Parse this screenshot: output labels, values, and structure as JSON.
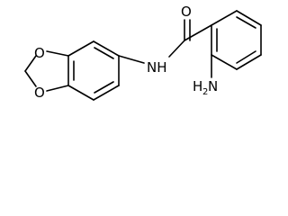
{
  "molecule": {
    "atoms": {
      "carbonyl_oxygen": "O",
      "amide_nitrogen": "NH",
      "dioxole_oxygen_top": "O",
      "dioxole_oxygen_bottom": "O",
      "amine_h": "H",
      "amine_sub": "2",
      "amine_n": "N"
    }
  }
}
